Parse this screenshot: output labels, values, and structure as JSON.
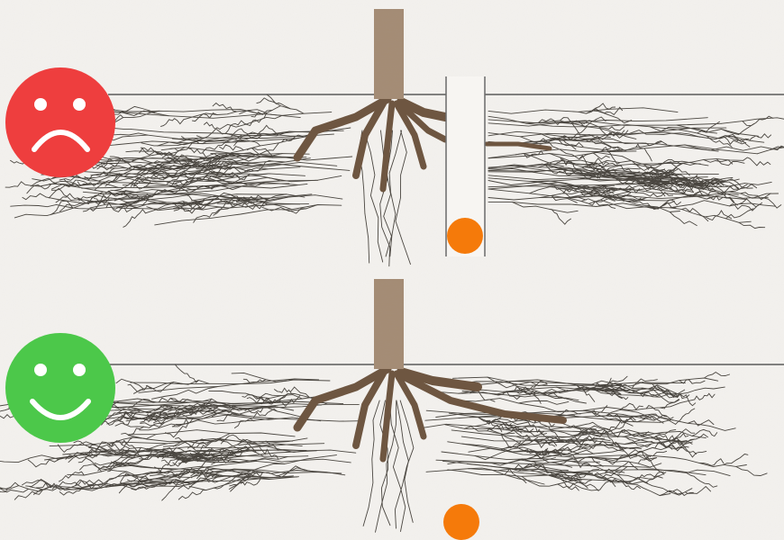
{
  "colors": {
    "paper": "#f4f2ef",
    "soil_line": "#5a5a5a",
    "trunk": "#a58c74",
    "trunk_dark": "#6e5641",
    "fine_roots": "#4a4640",
    "sad_face": "#ee3e3e",
    "happy_face": "#4cc84a",
    "marker": "#f57a0a",
    "barrier_fill": "#f7f5f2",
    "barrier_edge": "#6a6a6a"
  },
  "panels": [
    {
      "id": "with-barrier",
      "face": "sad",
      "face_icon": "sad-face-icon",
      "has_barrier": true,
      "root_spread": "blocked"
    },
    {
      "id": "no-barrier",
      "face": "happy",
      "face_icon": "happy-face-icon",
      "has_barrier": false,
      "root_spread": "full"
    }
  ]
}
